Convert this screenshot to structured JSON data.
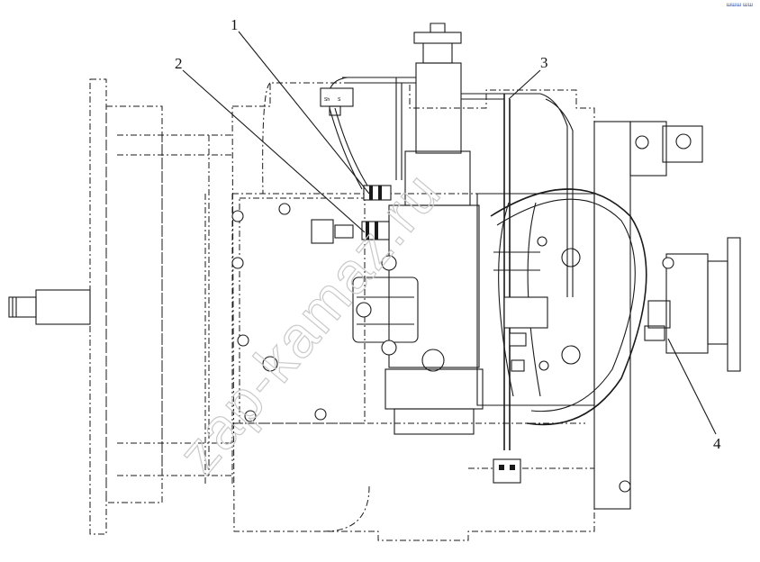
{
  "diagram": {
    "callouts": [
      {
        "id": "1",
        "label": "1"
      },
      {
        "id": "2",
        "label": "2"
      },
      {
        "id": "3",
        "label": "3"
      },
      {
        "id": "4",
        "label": "4"
      }
    ],
    "watermark": "zap-kamaz.ru",
    "corner_mark": "шшш шш",
    "connector_pins": [
      "Sh",
      "S"
    ]
  }
}
